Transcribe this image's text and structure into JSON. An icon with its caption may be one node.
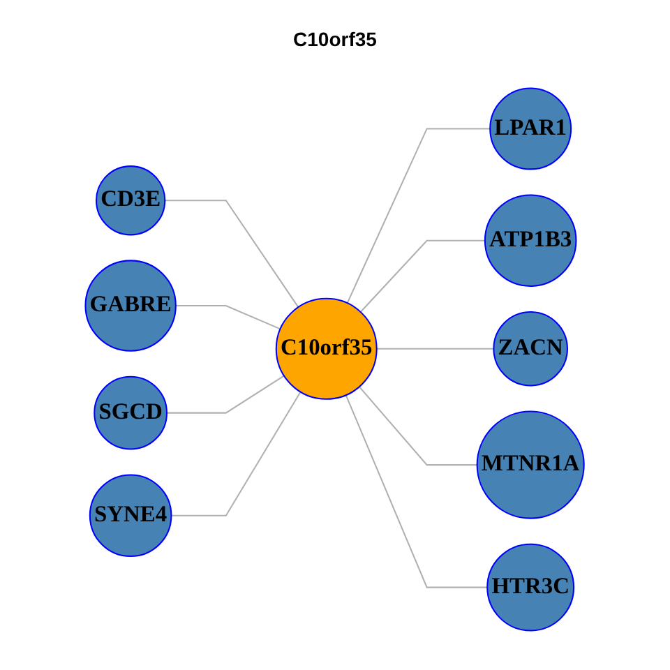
{
  "diagram": {
    "title": "C10orf35",
    "nodes": [
      {
        "text": [
          "LPAR1"
        ]
      },
      {
        "text": [
          "CD3E"
        ]
      },
      {
        "text": [
          "ATP1B3"
        ]
      },
      {
        "text": [
          "GABRE"
        ]
      },
      {
        "text": [
          "C10orf35"
        ]
      },
      {
        "text": [
          "ZACN"
        ]
      },
      {
        "text": [
          "SGCD"
        ]
      },
      {
        "text": [
          "MTNR1A"
        ]
      },
      {
        "text": [
          "SYNE4"
        ]
      },
      {
        "text": [
          "HTR3C"
        ]
      }
    ],
    "edges": [
      {
        "from": 4,
        "to": 0,
        "arrow": "none"
      },
      {
        "from": 4,
        "to": 1,
        "arrow": "none"
      },
      {
        "from": 4,
        "to": 2,
        "arrow": "none"
      },
      {
        "from": 4,
        "to": 3,
        "arrow": "none"
      },
      {
        "from": 4,
        "to": 5,
        "arrow": "none"
      },
      {
        "from": 4,
        "to": 6,
        "arrow": "none"
      },
      {
        "from": 4,
        "to": 7,
        "arrow": "none"
      },
      {
        "from": 4,
        "to": 8,
        "arrow": "none"
      },
      {
        "from": 4,
        "to": 9,
        "arrow": "none"
      }
    ]
  }
}
